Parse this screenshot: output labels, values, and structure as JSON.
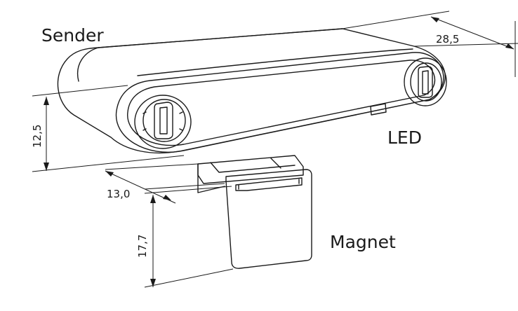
{
  "labels": {
    "sender": "Sender",
    "led": "LED",
    "magnet": "Magnet"
  },
  "dimensions": {
    "depth": "28,5",
    "height": "12,5",
    "magnet_width": "13,0",
    "magnet_height": "17,7"
  },
  "colors": {
    "line": "#1a1a1a",
    "background": "#ffffff"
  }
}
